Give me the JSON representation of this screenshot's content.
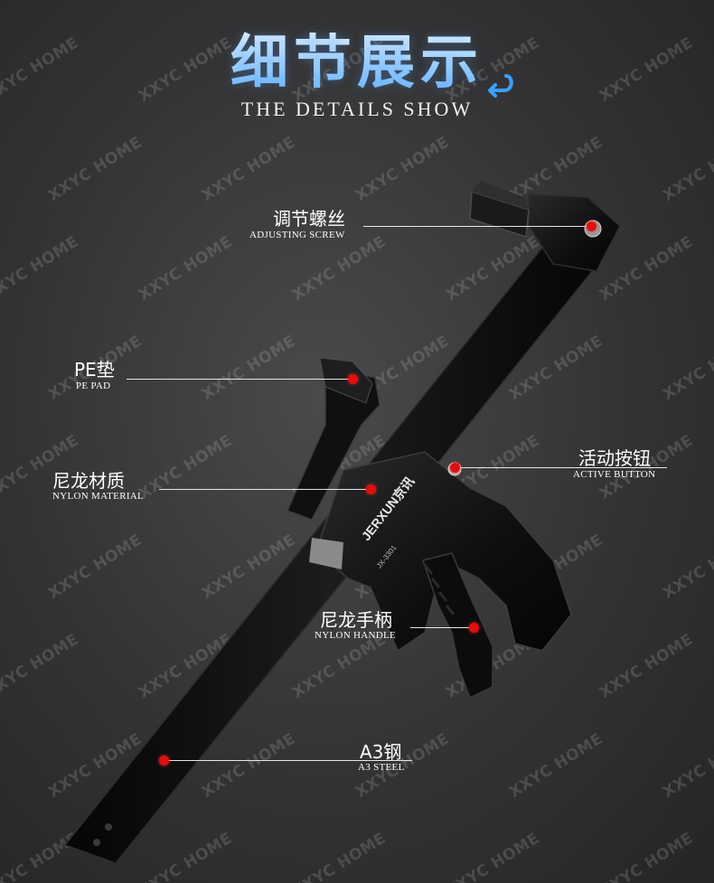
{
  "header": {
    "title_cn": "细节展示",
    "title_en": "THE DETAILS SHOW"
  },
  "watermark": "XXYC HOME",
  "brand": {
    "logo_text": "JERXUN京讯",
    "model_text": "JX-3301"
  },
  "colors": {
    "marker": "#e01010",
    "title_accent": "#5fb0ff",
    "leader_line": "#e6e6e6"
  },
  "callouts": {
    "adjusting_screw": {
      "cn": "调节螺丝",
      "en": "ADJUSTING SCREW"
    },
    "pe_pad": {
      "cn": "PE垫",
      "en": "PE PAD"
    },
    "active_button": {
      "cn": "活动按钮",
      "en": "ACTIVE BUTTON"
    },
    "nylon_material": {
      "cn": "尼龙材质",
      "en": "NYLON MATERIAL"
    },
    "nylon_handle": {
      "cn": "尼龙手柄",
      "en": "NYLON HANDLE"
    },
    "a3_steel": {
      "cn": "A3钢",
      "en": "A3 STEEL"
    }
  }
}
